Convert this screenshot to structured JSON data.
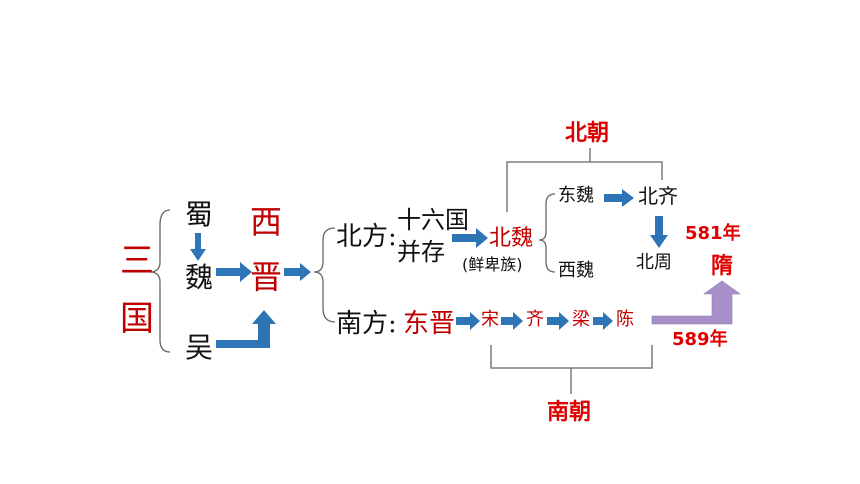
{
  "colors": {
    "accent_red": "#c00000",
    "bright_red": "#e00000",
    "arrow_blue": "#2e75b6",
    "text_black": "#111111",
    "bracket_gray": "#666666",
    "sui_arrow": "#a98fc9"
  },
  "three_kingdoms": {
    "label_top": "三",
    "label_bottom": "国",
    "kingdoms": [
      "蜀",
      "魏",
      "吴"
    ]
  },
  "western_jin": {
    "char_1": "西",
    "char_2": "晋"
  },
  "north": {
    "label": "北方:",
    "sixteen_kingdoms_line1": "十六国",
    "sixteen_kingdoms_line2": "并存",
    "northern_wei": "北魏",
    "northern_wei_note": "(鲜卑族)",
    "eastern_wei": "东魏",
    "western_wei": "西魏",
    "northern_qi": "北齐",
    "northern_zhou": "北周",
    "dynasty_title": "北朝"
  },
  "south": {
    "label": "南方:",
    "eastern_jin": "东晋",
    "dynasties": [
      "宋",
      "齐",
      "梁",
      "陈"
    ],
    "dynasty_title": "南朝"
  },
  "sui": {
    "label": "隋",
    "founded": "581年",
    "unified": "589年"
  }
}
